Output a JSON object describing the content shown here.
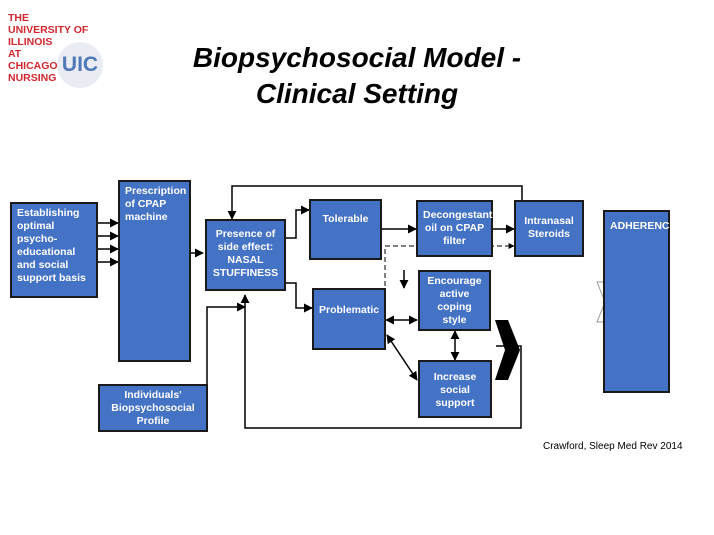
{
  "logo": {
    "lines": [
      "THE",
      "UNIVERSITY OF",
      "ILLINOIS",
      "AT",
      "CHICAGO",
      "NURSING"
    ],
    "badge": "UIC"
  },
  "title": {
    "line1": "Biopsychosocial Model -",
    "line2": "Clinical Setting"
  },
  "nodes": {
    "establishing": "Establishing\noptimal\npsycho-\neducational\nand social\nsupport basis",
    "prescription": "Prescription\nof CPAP\nmachine",
    "side_effect": "Presence of\nside effect:\nNASAL\nSTUFFINESS",
    "tolerable": "Tolerable",
    "problematic": "Problematic",
    "decongestant": "Decongestant\noil on CPAP\nfilter",
    "intranasal": "Intranasal\nSteroids",
    "encourage": "Encourage\nactive\ncoping\nstyle",
    "increase": "Increase\nsocial\nsupport",
    "adherence": "ADHERENCE",
    "profile": "Individuals'\nBiopsychosocial\nProfile"
  },
  "citation": "Crawford, Sleep Med Rev 2014",
  "colors": {
    "box_fill": "#4472c4",
    "logo_red": "#d2272f",
    "logo_blue": "#4f79b8"
  }
}
